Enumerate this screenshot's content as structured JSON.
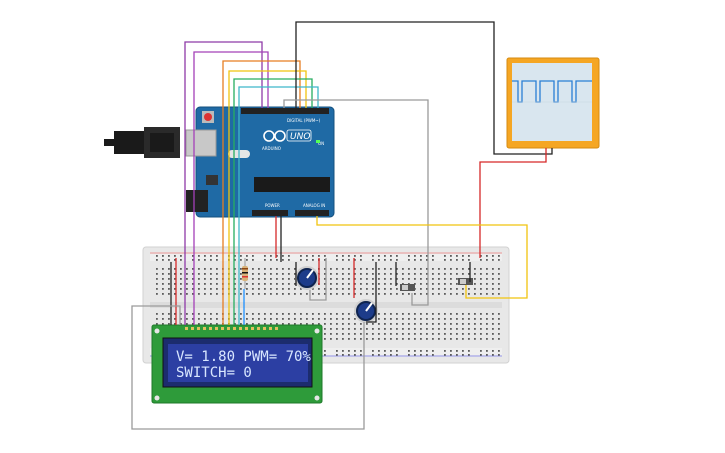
{
  "canvas": {
    "background": "#ffffff"
  },
  "arduino": {
    "brand": "ARDUINO",
    "model": "UNO",
    "header_digital": "DIGITAL (PWM~)",
    "header_power": "POWER",
    "header_analog": "ANALOG IN",
    "on_label": "ON",
    "board_color": "#1f6aa5"
  },
  "lcd": {
    "line1": "V= 1.80 PWM= 70%",
    "line2": "SWITCH= 0",
    "screen_color": "#2c3fa3",
    "bezel_color": "#2e9b3a"
  },
  "oscilloscope": {
    "frame_color": "#f5a623",
    "screen_color": "#d9e6ef",
    "trace_color": "#2a7fd4"
  },
  "breadboard": {
    "color": "#e9e9e9"
  },
  "icons": {
    "usb": "usb-plug-icon",
    "pot1": "potentiometer-icon",
    "pot2": "potentiometer-icon",
    "resistor": "resistor-icon",
    "switch1": "slide-switch-icon",
    "switch2": "slide-switch-icon"
  }
}
